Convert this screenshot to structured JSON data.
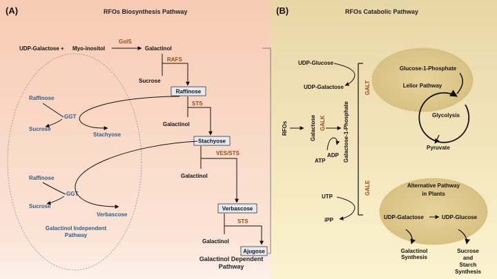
{
  "left": {
    "panel_label": "(A)",
    "title": "RFOs Biosynthesis Pathway",
    "udp_galactose": "UDP-Galactose +",
    "myo_inositol": "Myo-inositol",
    "gols": "GolS",
    "galactinol_top": "Galactinol",
    "rafs": "RAFS",
    "sucrose_main": "Sucrose",
    "raffinose_box": "Raffinose",
    "sts1": "STS",
    "galactinol_2": "Galactinol",
    "stachyose_box": "Stachyose",
    "ves_sts": "VES/STS",
    "galactinol_3": "Galactinol",
    "verbascose_box": "Verbascose",
    "sts2": "STS",
    "galactinol_4": "Galactinol",
    "ajugose_box": "Ajugose",
    "gi_raffinose1": "Raffinose",
    "ggt1": "GGT",
    "gi_sucrose1": "Sucrose",
    "gi_stachyose": "Stachyose",
    "gi_raffinose2": "Raffinose",
    "ggt2": "GGT",
    "gi_sucrose2": "Sucrose",
    "gi_verbascose": "Verbascose",
    "gi_pathway_1": "Galactinol Independent",
    "gi_pathway_2": "Pathway",
    "gd_pathway_1": "Galactinol Dependent",
    "gd_pathway_2": "Pathway"
  },
  "right": {
    "panel_label": "(B)",
    "title": "RFOs Catabolic Pathway",
    "udp_glucose": "UDP-Glucose",
    "udp_galactose": "UDP-Galactose",
    "galt": "GALT",
    "rfos": "RFOs",
    "galactose": "Galactose",
    "galk": "GALK",
    "g1p_vertical": "Galactose-1-Phosphate",
    "atp": "ATP",
    "adp": "ADP",
    "utp": "UTP",
    "ipp": "iPP",
    "gale": "GALE",
    "glucose_1_phosphate": "Glucose-1-Phosphate",
    "lelior": "Lelior Pathway",
    "glycolysis": "Glycolysis",
    "pyruvate": "Pyruvate",
    "alt_1": "Alternative Pathway",
    "alt_2": "in Plants",
    "alt_udp_gal": "UDP-Galactose",
    "alt_udp_glc": "UDP-Glucose",
    "galactinol_syn_1": "Galactinol",
    "galactinol_syn_2": "Synthesis",
    "sucrose_starch_1": "Sucrose",
    "sucrose_starch_2": "and",
    "sucrose_starch_3": "Starch",
    "sucrose_starch_4": "Synthesis"
  },
  "colors": {
    "left_bg_top": "#f7cbb3",
    "right_bg_top": "#e9d6a6",
    "node_blue": "#2e5d8a",
    "enzyme_brown": "#9a4a1a",
    "box_fill": "#e6ebf2"
  }
}
